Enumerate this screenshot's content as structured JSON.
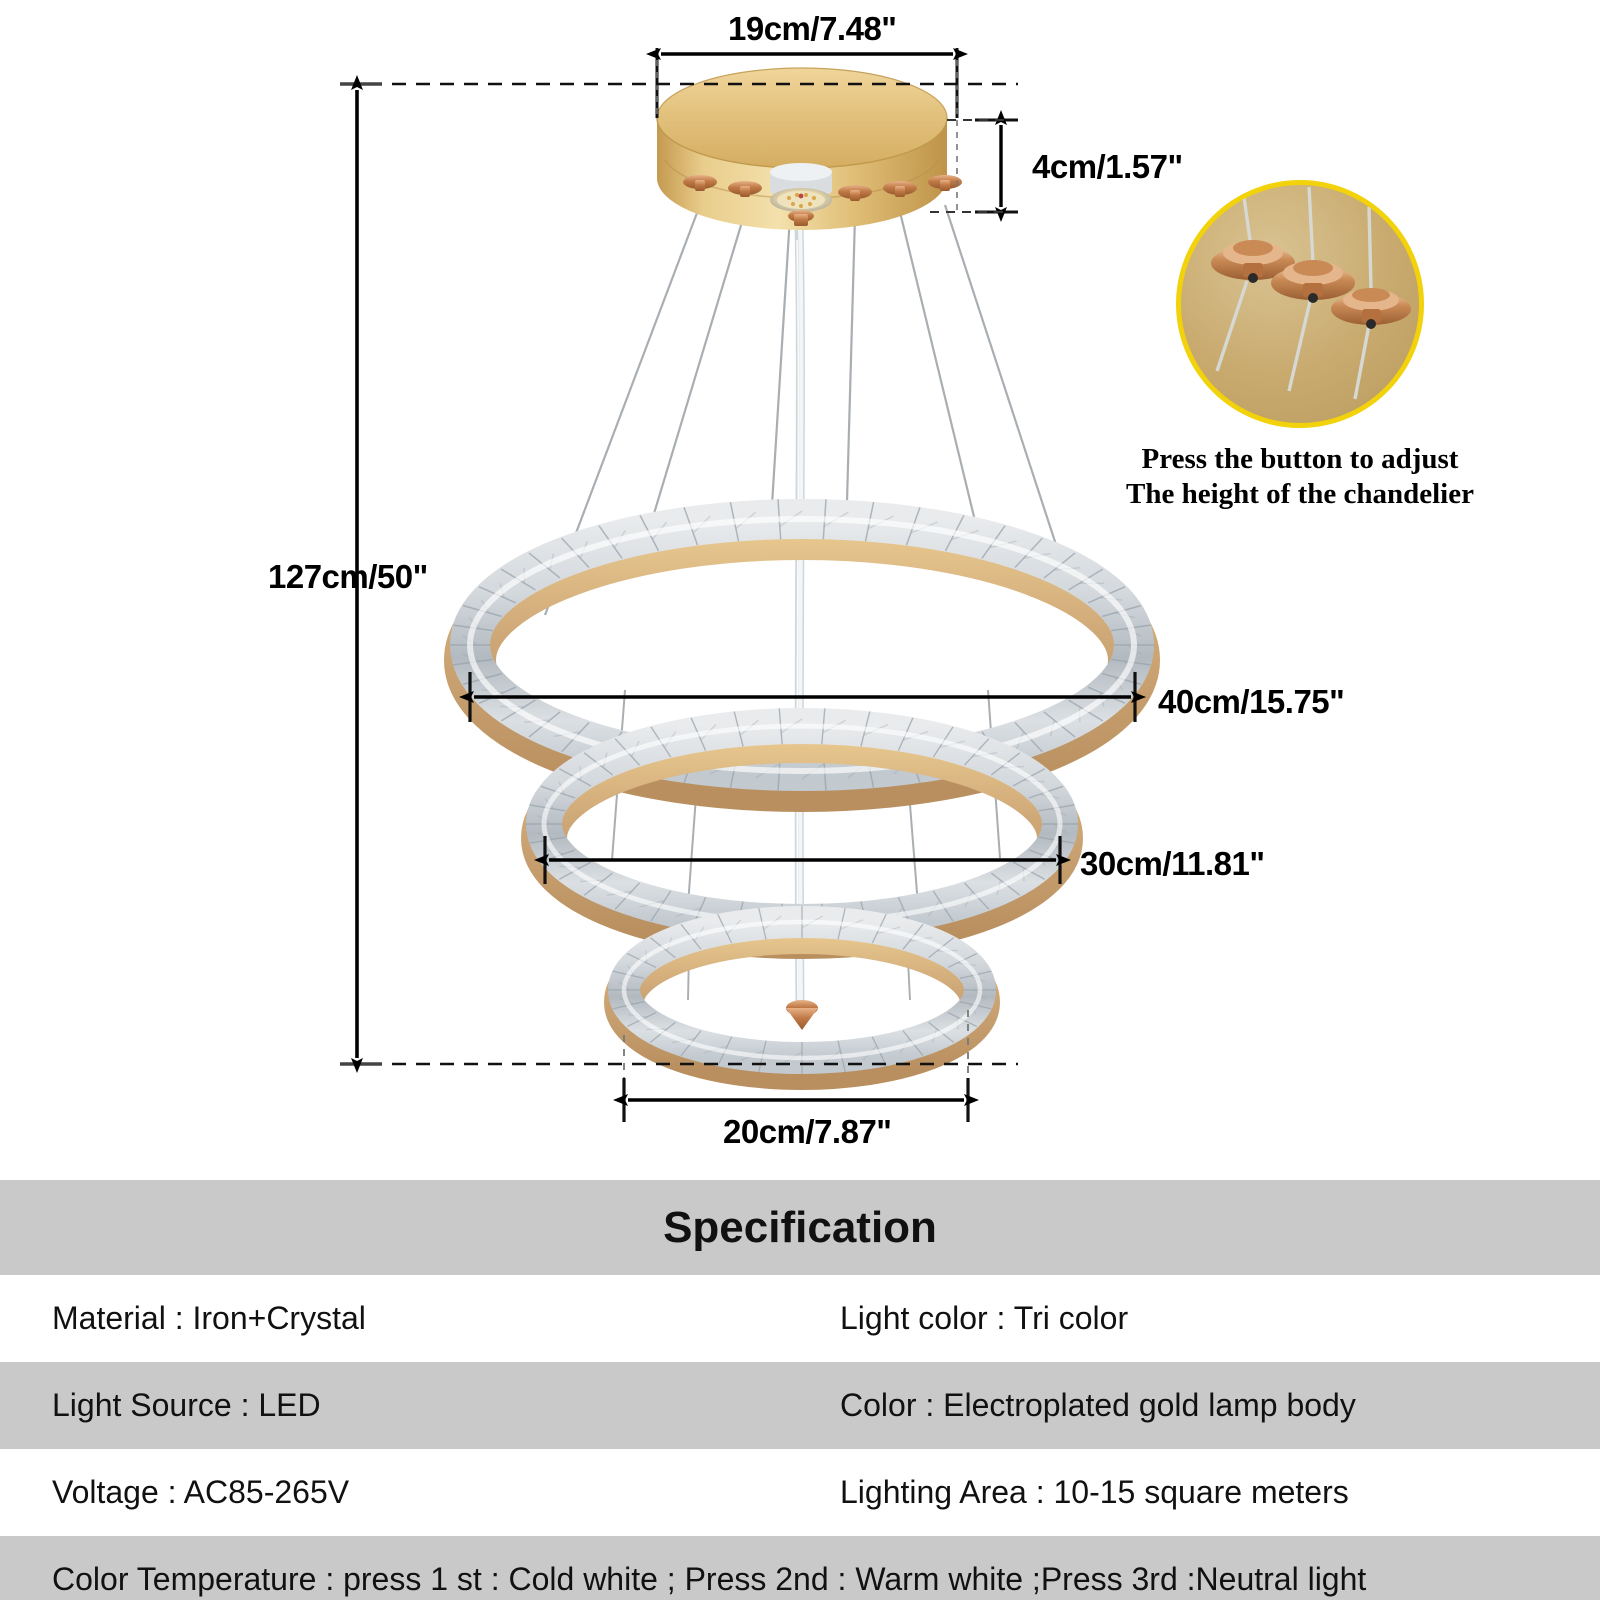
{
  "product": {
    "type": "3-ring crystal LED chandelier",
    "body_color_hex": "#d9b167",
    "crystal_color_hex": "#e8eaec",
    "accent_yellow_hex": "#f2d20a",
    "table_gray_hex": "#c9c9c9"
  },
  "dimensions": {
    "canopy_width": "19cm/7.48\"",
    "canopy_height": "4cm/1.57\"",
    "total_height": "127cm/50\"",
    "ring_large": "40cm/15.75\"",
    "ring_medium": "30cm/11.81\"",
    "ring_small": "20cm/7.87\""
  },
  "inset": {
    "caption_line1": "Press the button to adjust",
    "caption_line2": "The height of the chandelier",
    "adjuster_count": 3
  },
  "spec": {
    "title": "Specification",
    "rows": [
      {
        "left_label": "Material",
        "left_value": "Iron+Crystal",
        "left_text": "Material : Iron+Crystal",
        "right_label": "Light color",
        "right_value": "Tri color",
        "right_text": "Light color : Tri color"
      },
      {
        "left_label": "Light Source",
        "left_value": "LED",
        "left_text": "Light Source :  LED",
        "right_label": "Color",
        "right_value": "Electroplated gold lamp body",
        "right_text": "Color : Electroplated gold lamp body"
      },
      {
        "left_label": "Voltage",
        "left_value": "AC85-265V",
        "left_text": "Voltage : AC85-265V",
        "right_label": "Lighting Area",
        "right_value": "10-15 square meters",
        "right_text": "Lighting Area : 10-15 square meters"
      }
    ],
    "full_width_row": "Color Temperature : press 1 st : Cold white ; Press 2nd : Warm white ;Press 3rd :Neutral light"
  }
}
